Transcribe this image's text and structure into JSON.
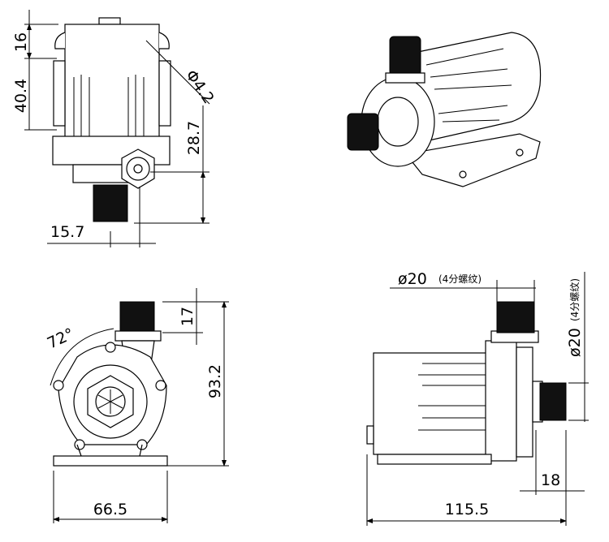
{
  "drawing": {
    "front_view": {
      "dim_top": "16",
      "dim_body": "40.4",
      "dim_hole": "Φ4.2",
      "dim_outlet_height": "28.7",
      "dim_outlet_offset": "15.7"
    },
    "side_view": {
      "dim_angle": "72°",
      "dim_outlet_length": "17",
      "dim_total_height": "93.2",
      "dim_width": "66.5"
    },
    "top_view": {
      "dim_outlet_dia": "ø20",
      "dim_outlet_thread": "(4分螺纹)",
      "dim_inlet_dia": "ø20",
      "dim_inlet_thread": "(4分螺纹)",
      "dim_inlet_length": "18",
      "dim_total_length": "115.5"
    }
  }
}
